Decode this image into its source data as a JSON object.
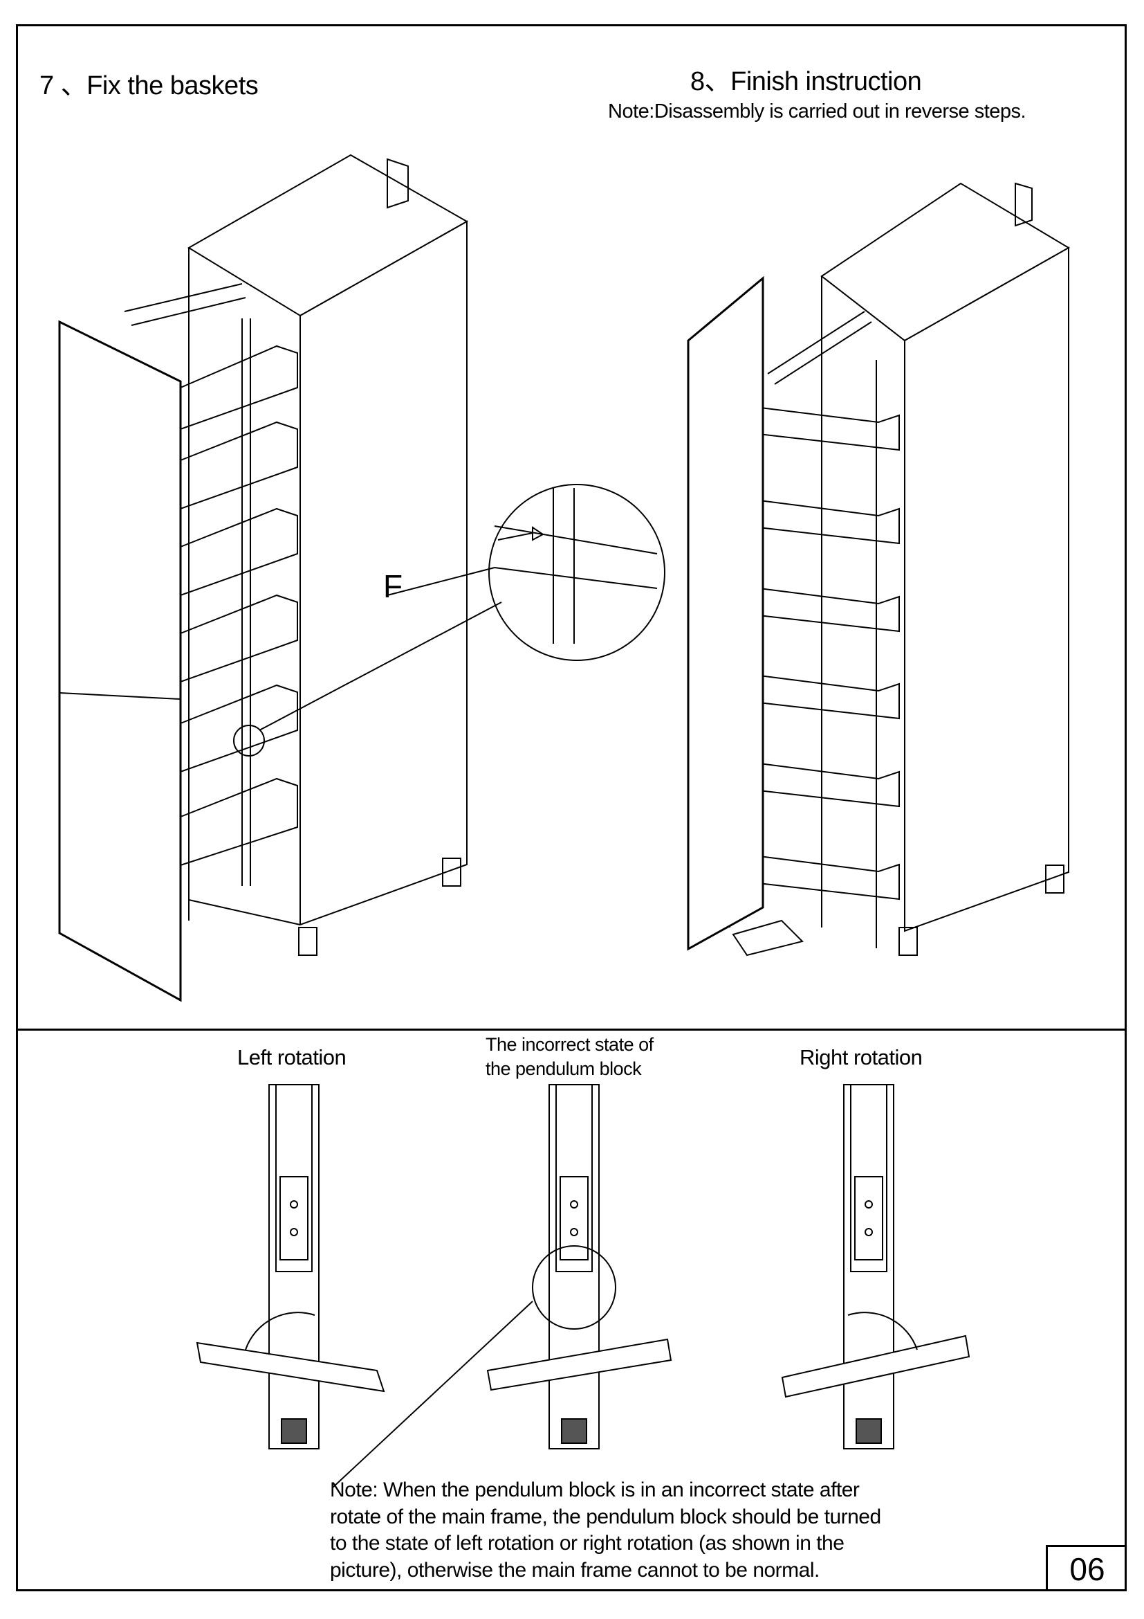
{
  "step7": {
    "title": "7 、Fix the baskets",
    "callout_label": "F"
  },
  "step8": {
    "title": "8、Finish instruction",
    "note": "Note:Disassembly is carried out in reverse steps."
  },
  "pendulum": {
    "left_label": "Left rotation",
    "incorrect_label_line1": "The incorrect state of",
    "incorrect_label_line2": "the pendulum block",
    "right_label": "Right rotation",
    "note_lines": [
      "Note: When the pendulum block is in an incorrect state after",
      "rotate of the main frame, the pendulum block should be turned",
      "to the state of left rotation or right rotation (as shown in the",
      "picture), otherwise the main frame cannot to be normal."
    ]
  },
  "page_number": "06"
}
